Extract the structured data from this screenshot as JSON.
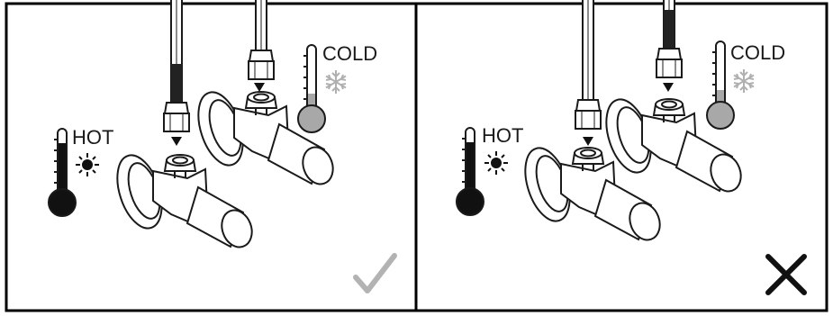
{
  "panels": [
    {
      "id": "correct",
      "hot_label": "HOT",
      "cold_label": "COLD",
      "verdict": "correct",
      "verdict_icon": "checkmark-icon",
      "verdict_color": "#b3b3b3"
    },
    {
      "id": "incorrect",
      "hot_label": "HOT",
      "cold_label": "COLD",
      "verdict": "incorrect",
      "verdict_icon": "cross-icon",
      "verdict_color": "#111111"
    }
  ],
  "colors": {
    "frame": "#000000",
    "line": "#1a1a1a",
    "hot_fill": "#111111",
    "cold_fill": "#a8a8a8",
    "braid": "#222222"
  }
}
